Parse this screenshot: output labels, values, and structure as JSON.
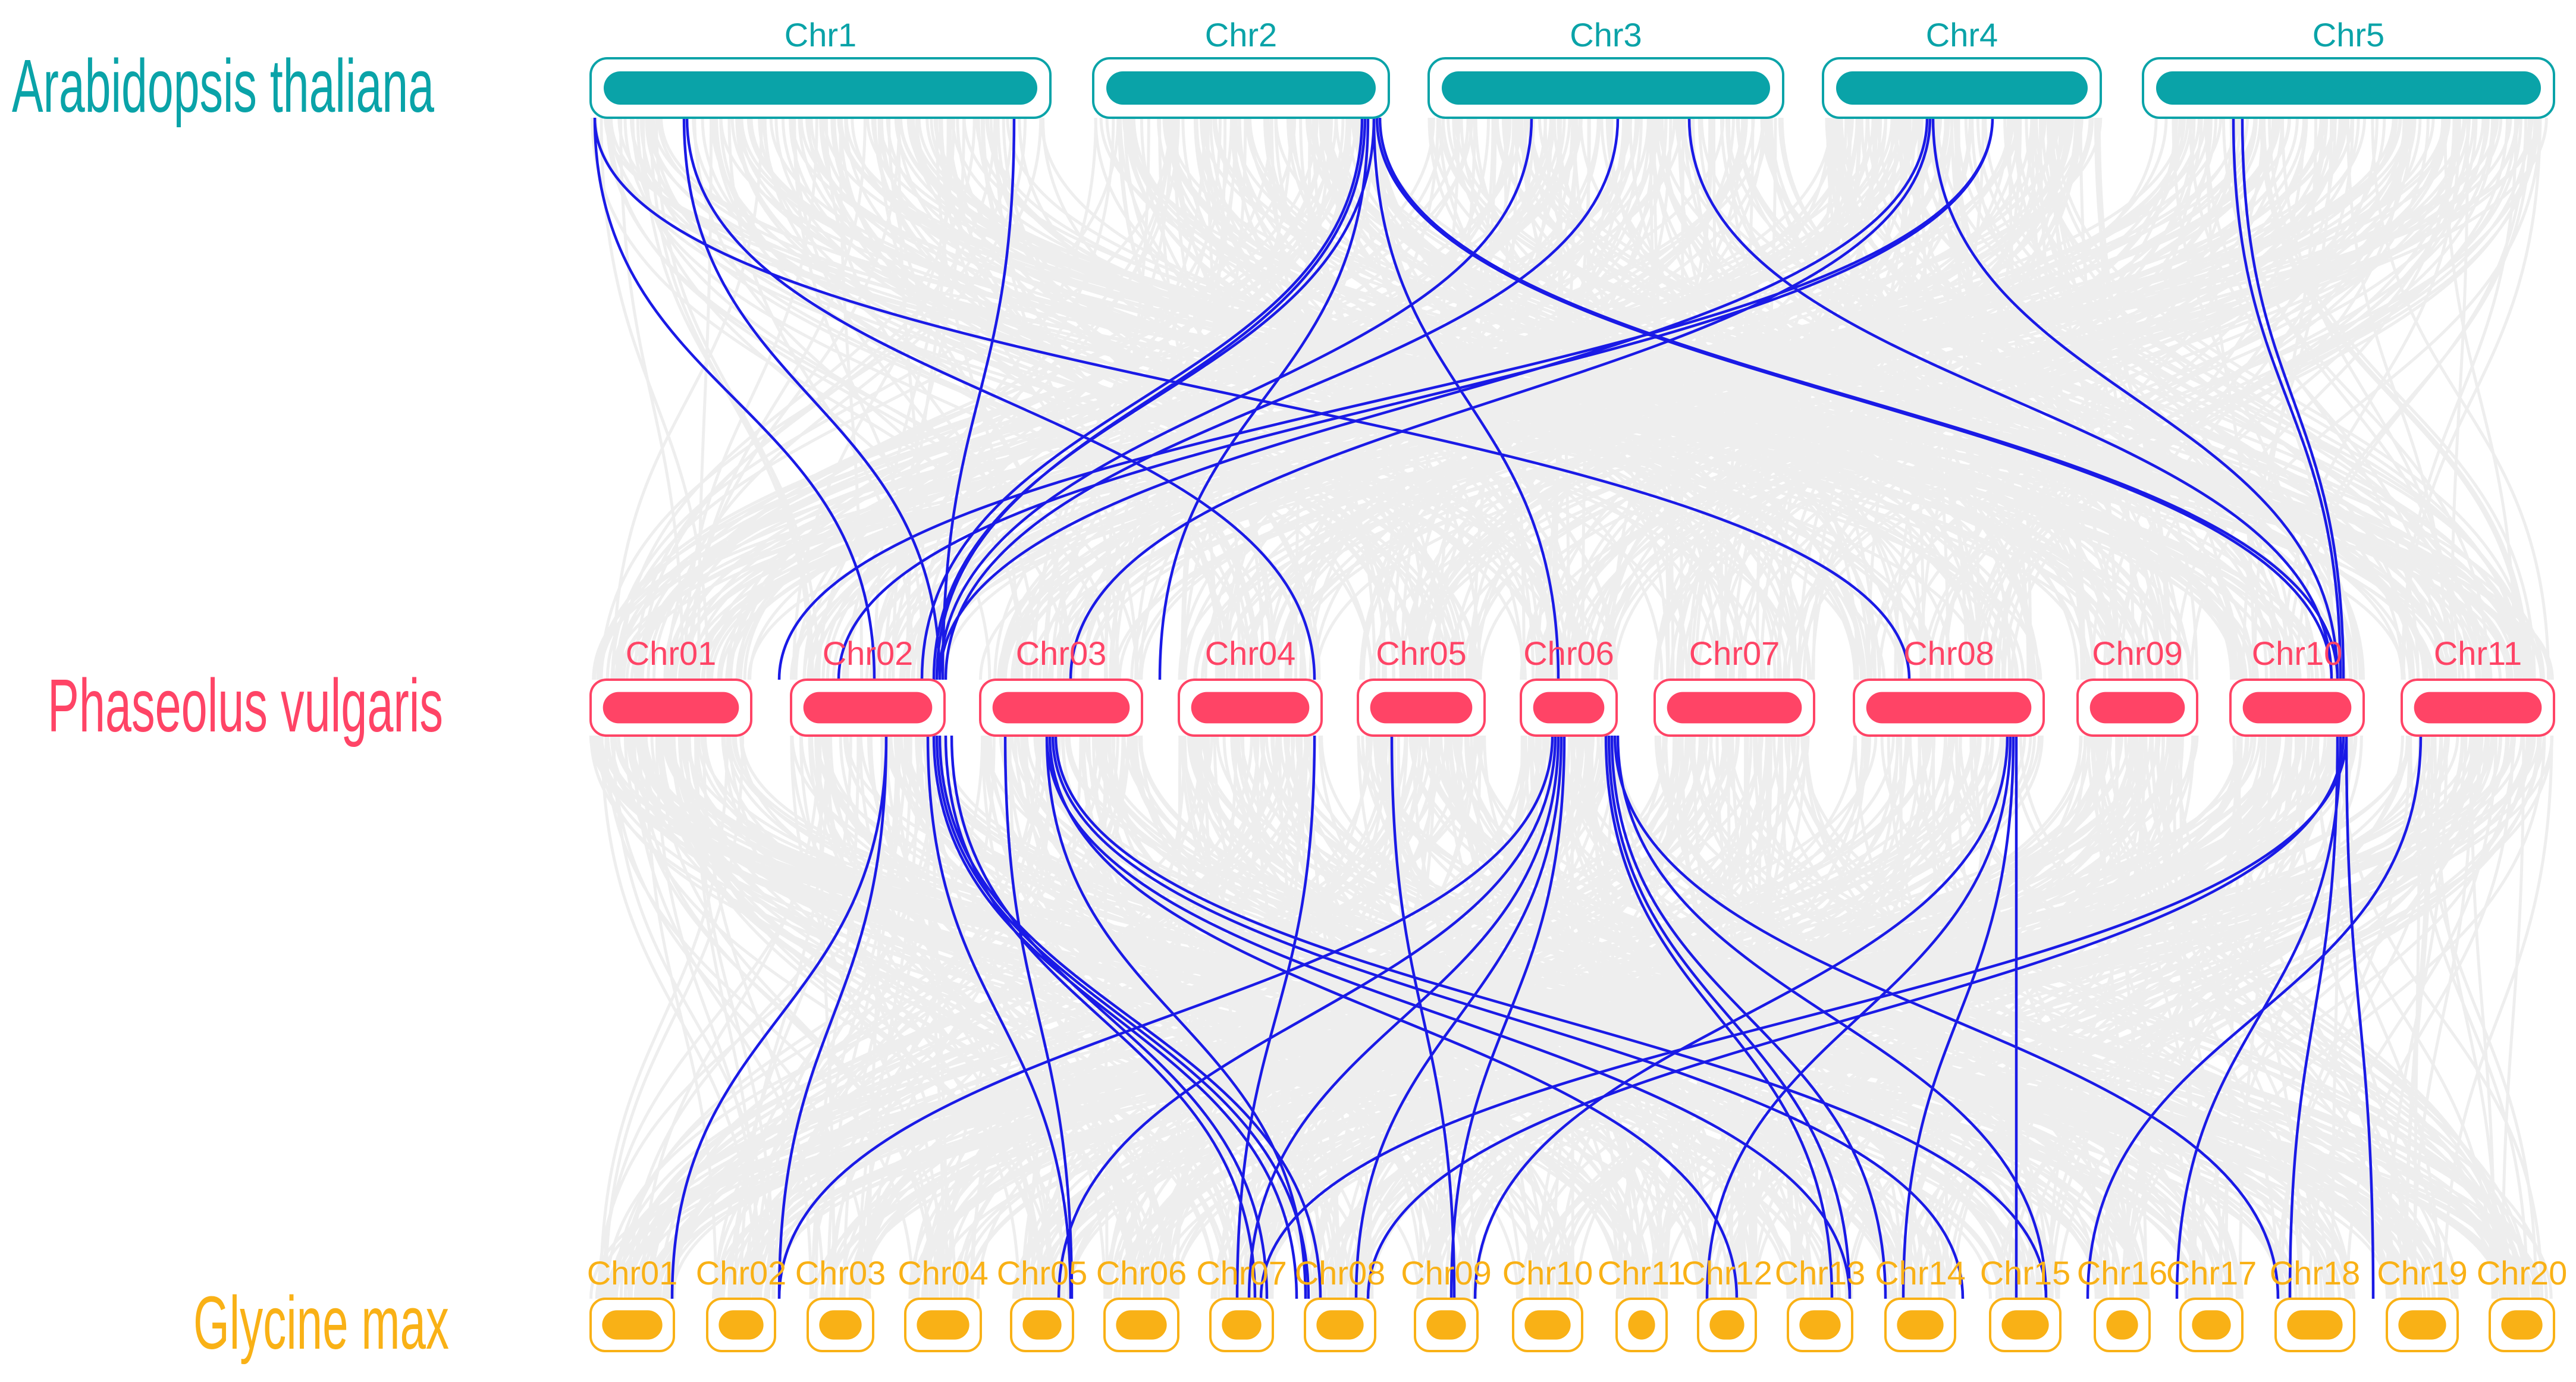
{
  "colors": {
    "top": "#0aa3a8",
    "mid": "#ff4466",
    "bot": "#f9b116",
    "background_links": "#ececec",
    "highlight_links": "#1a1ae6"
  },
  "species": [
    {
      "id": "top",
      "name": "Arabidopsis thaliana",
      "chromosomes": [
        "Chr1",
        "Chr2",
        "Chr3",
        "Chr4",
        "Chr5"
      ]
    },
    {
      "id": "mid",
      "name": "Phaseolus vulgaris",
      "chromosomes": [
        "Chr01",
        "Chr02",
        "Chr03",
        "Chr04",
        "Chr05",
        "Chr06",
        "Chr07",
        "Chr08",
        "Chr09",
        "Chr10",
        "Chr11"
      ]
    },
    {
      "id": "bot",
      "name": "Glycine max",
      "chromosomes": [
        "Chr01",
        "Chr02",
        "Chr03",
        "Chr04",
        "Chr05",
        "Chr06",
        "Chr07",
        "Chr08",
        "Chr09",
        "Chr10",
        "Chr11",
        "Chr12",
        "Chr13",
        "Chr14",
        "Chr15",
        "Chr16",
        "Chr17",
        "Chr18",
        "Chr19",
        "Chr20"
      ]
    }
  ]
}
